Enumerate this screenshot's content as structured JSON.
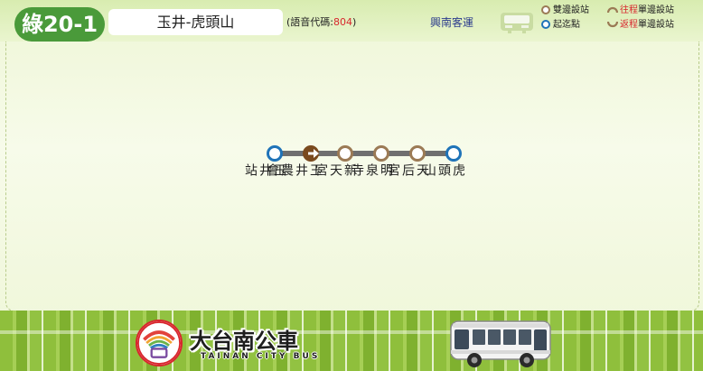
{
  "header": {
    "route_code": "綠20-1",
    "route_name": "玉井-虎頭山",
    "voice_code_label": "(語音代碼:",
    "voice_code_value": "804",
    "voice_code_end": ")",
    "operator": "興南客運"
  },
  "legend": {
    "both_directions": "雙邊設站",
    "terminal": "起迄點",
    "outbound_prefix": "往程",
    "outbound_suffix": "單邊設站",
    "return_prefix": "返程",
    "return_suffix": "單邊設站"
  },
  "stops": [
    {
      "name": "玉井站",
      "kind": "terminal"
    },
    {
      "name": "玉井農會",
      "kind": "current"
    },
    {
      "name": "新天宮",
      "kind": "both"
    },
    {
      "name": "明泉寺",
      "kind": "both"
    },
    {
      "name": "天后宮",
      "kind": "both"
    },
    {
      "name": "虎頭山",
      "kind": "terminal"
    }
  ],
  "footer": {
    "brand": "大台南公車",
    "brand_en": "TAINAN CITY BUS"
  },
  "colors": {
    "route_green": "#4a9a3a",
    "terminal_blue": "#1f73b8",
    "stop_brown": "#9b7a55",
    "accent_red": "#d8262d",
    "operator_blue": "#2a3a8c"
  }
}
